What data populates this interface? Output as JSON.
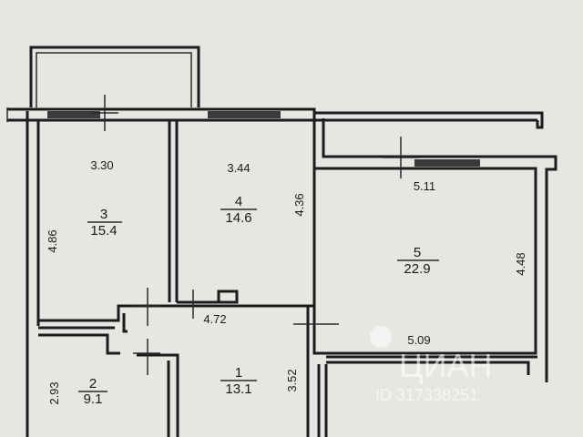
{
  "plan": {
    "rooms": [
      {
        "number": "3",
        "area": "15.4",
        "width": "3.30",
        "length": "4.86"
      },
      {
        "number": "4",
        "area": "14.6",
        "width": "3.44",
        "length": "4.36"
      },
      {
        "number": "5",
        "area": "22.9",
        "width": "5.11",
        "length": "4.48",
        "bottom": "5.09"
      },
      {
        "number": "2",
        "area": "9.1",
        "length": "2.93"
      },
      {
        "number": "1",
        "area": "13.1",
        "width": "4.72",
        "length": "3.52"
      }
    ]
  },
  "watermark": {
    "brand": "ЦИАН",
    "id_text": "ID 317338251"
  }
}
